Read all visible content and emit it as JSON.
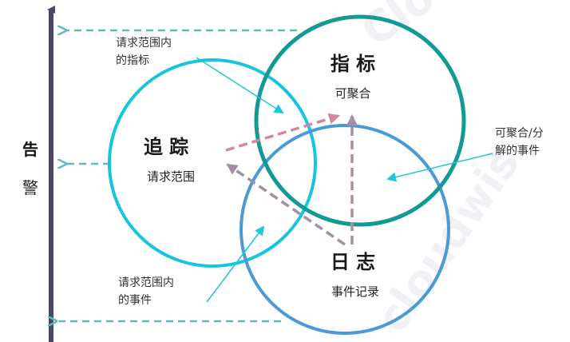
{
  "alert_axis": {
    "char1": "告",
    "char2": "警"
  },
  "circles": {
    "tracing": {
      "title": "追 踪",
      "subtitle": "请求范围",
      "color": "#17c4df"
    },
    "metrics": {
      "title": "指 标",
      "subtitle": "可聚合",
      "color": "#149a94"
    },
    "logs": {
      "title": "日 志",
      "subtitle": "事件记录",
      "color": "#4a9ad8"
    }
  },
  "annotations": {
    "request_scope_metrics": [
      "请求范围内",
      "的指标"
    ],
    "aggregatable_events": [
      "可聚合/分",
      "解的事件"
    ],
    "request_scope_events": [
      "请求范围内",
      "的事件"
    ]
  },
  "colors": {
    "axis": "#4b4668",
    "dashed_arrow": "#5fb9be",
    "flow_pink": "#d0889a",
    "flow_purple": "#a88ea4",
    "pointer": "#1ec6dc"
  }
}
